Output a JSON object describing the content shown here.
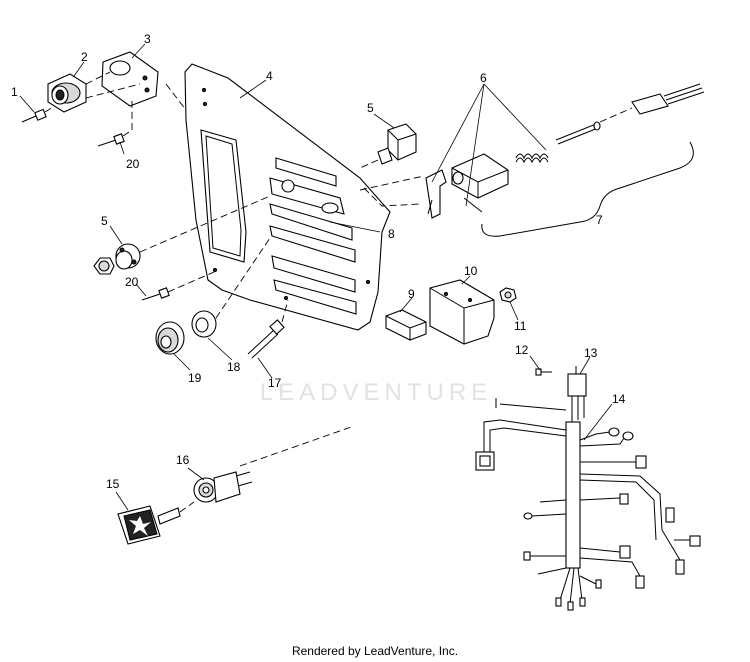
{
  "watermark": "LEADVENTURE",
  "footer": "Rendered by LeadVenture, Inc.",
  "callouts": [
    {
      "id": "c1",
      "text": "1"
    },
    {
      "id": "c2",
      "text": "2"
    },
    {
      "id": "c3",
      "text": "3"
    },
    {
      "id": "c4",
      "text": "4"
    },
    {
      "id": "c5a",
      "text": "5"
    },
    {
      "id": "c6",
      "text": "6"
    },
    {
      "id": "c7",
      "text": "7"
    },
    {
      "id": "c8",
      "text": "8"
    },
    {
      "id": "c5b",
      "text": "5"
    },
    {
      "id": "c20a",
      "text": "20"
    },
    {
      "id": "c20b",
      "text": "20"
    },
    {
      "id": "c9",
      "text": "9"
    },
    {
      "id": "c10",
      "text": "10"
    },
    {
      "id": "c11",
      "text": "11"
    },
    {
      "id": "c12",
      "text": "12"
    },
    {
      "id": "c13",
      "text": "13"
    },
    {
      "id": "c14",
      "text": "14"
    },
    {
      "id": "c19",
      "text": "19"
    },
    {
      "id": "c18",
      "text": "18"
    },
    {
      "id": "c17",
      "text": "17"
    },
    {
      "id": "c16",
      "text": "16"
    },
    {
      "id": "c15",
      "text": "15"
    }
  ]
}
